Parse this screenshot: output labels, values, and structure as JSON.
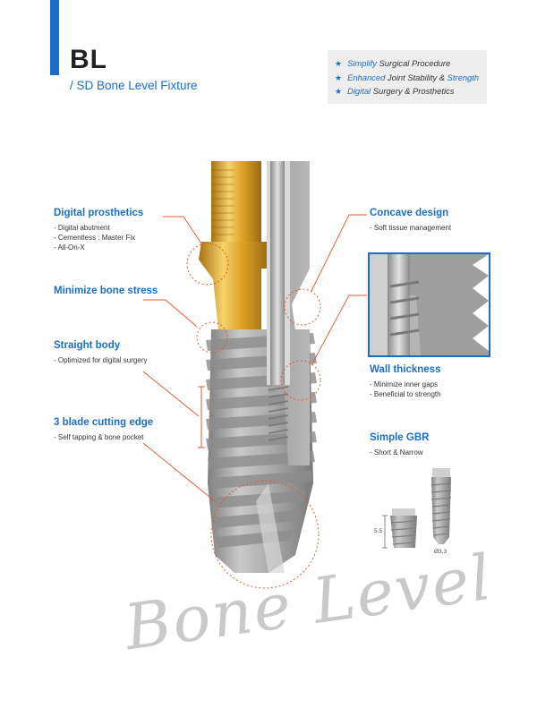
{
  "header": {
    "title": "BL",
    "subtitle": "/ SD Bone Level Fixture"
  },
  "features": [
    {
      "highlight": "Simplify",
      "rest": " Surgical Procedure"
    },
    {
      "highlight": "Enhanced",
      "rest": " Joint Stability & ",
      "highlight2": "Strength"
    },
    {
      "highlight": "Digital",
      "rest": " Surgery & Prosthetics"
    }
  ],
  "left_callouts": [
    {
      "heading": "Digital prosthetics",
      "items": [
        "- Digital abutment",
        "- Cementless : Master Fix",
        "- All-On-X"
      ]
    },
    {
      "heading": "Minimize bone stress",
      "items": []
    },
    {
      "heading": "Straight body",
      "items": [
        "- Optimized for digital surgery"
      ]
    },
    {
      "heading": "3 blade cutting edge",
      "items": [
        "- Self tapping & bone pocket"
      ]
    }
  ],
  "right_callouts": [
    {
      "heading": "Concave design",
      "items": [
        "- Soft tissue management"
      ]
    },
    {
      "heading": "Wall thickness",
      "items": [
        "- Minimize inner gaps",
        "- Beneficial to strength"
      ]
    },
    {
      "heading": "Simple GBR",
      "items": [
        "- Short & Narrow"
      ]
    }
  ],
  "gbr": {
    "length_label": "5.5",
    "diameter_label": "Ø3.3"
  },
  "watermark": "Bone Level",
  "colors": {
    "accent": "#1a6fc4",
    "callout_line": "#e2572a",
    "gold": "#d9a021",
    "metal": "#a7a7a7"
  }
}
